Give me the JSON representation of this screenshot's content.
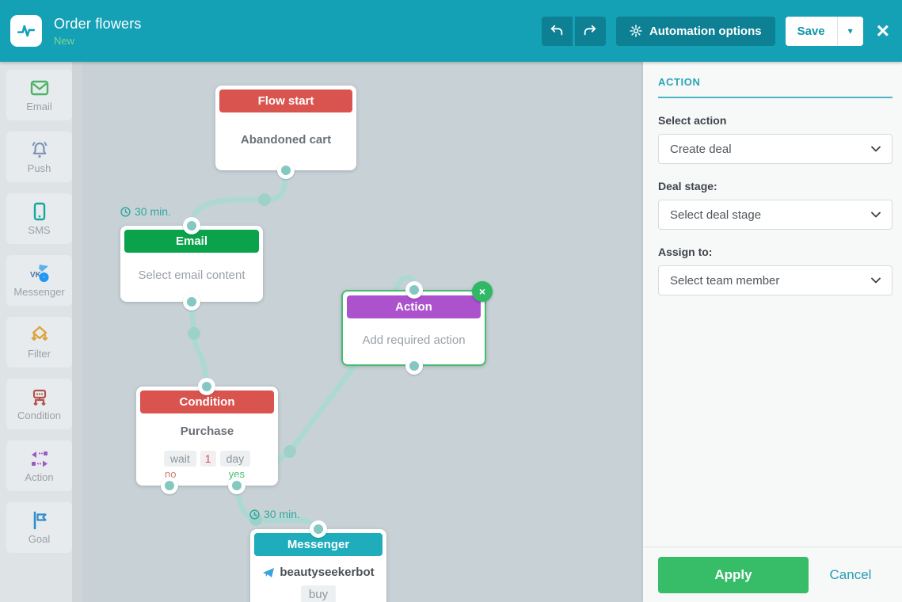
{
  "colors": {
    "topbar": "#14a0b5",
    "topbar_button": "#0d8094",
    "save_text": "#1294ab",
    "status_green": "#7fd894",
    "canvas_bg": "#c8d2d6",
    "connector": "#aed9d2",
    "node_red": "#d9534f",
    "node_green": "#0aa34c",
    "node_purple": "#ab52cc",
    "node_teal": "#1fadbc",
    "selected_border": "#43bd70",
    "apply_green": "#37bd68",
    "cancel_teal": "#2a9db3",
    "panel_accent": "#2aa6b8"
  },
  "header": {
    "title": "Order flowers",
    "status": "New",
    "automation_options_label": "Automation options",
    "save_label": "Save",
    "close_glyph": "×"
  },
  "sidebar": {
    "items": [
      {
        "label": "Email"
      },
      {
        "label": "Push"
      },
      {
        "label": "SMS"
      },
      {
        "label": "Messenger"
      },
      {
        "label": "Filter"
      },
      {
        "label": "Condition"
      },
      {
        "label": "Action"
      },
      {
        "label": "Goal"
      }
    ]
  },
  "canvas": {
    "nodes": [
      {
        "header": "Flow start",
        "body": "Abandoned cart"
      },
      {
        "header": "Email",
        "body": "Select email content"
      },
      {
        "header": "Action",
        "body": "Add required action",
        "close_glyph": "×",
        "selected": true
      },
      {
        "header": "Condition",
        "body": "Purchase",
        "chips": [
          "wait",
          "1",
          "day"
        ],
        "no_label": "no",
        "yes_label": "yes"
      },
      {
        "header": "Messenger",
        "bot_name": "beautyseekerbot",
        "chip": "buy"
      }
    ],
    "delays": [
      {
        "text": "30 min."
      },
      {
        "text": "30 min."
      }
    ]
  },
  "panel": {
    "heading": "ACTION",
    "fields": [
      {
        "label": "Select action",
        "value": "Create deal"
      },
      {
        "label": "Deal stage:",
        "value": "Select deal stage"
      },
      {
        "label": "Assign to:",
        "value": "Select team member"
      }
    ],
    "apply_label": "Apply",
    "cancel_label": "Cancel"
  }
}
